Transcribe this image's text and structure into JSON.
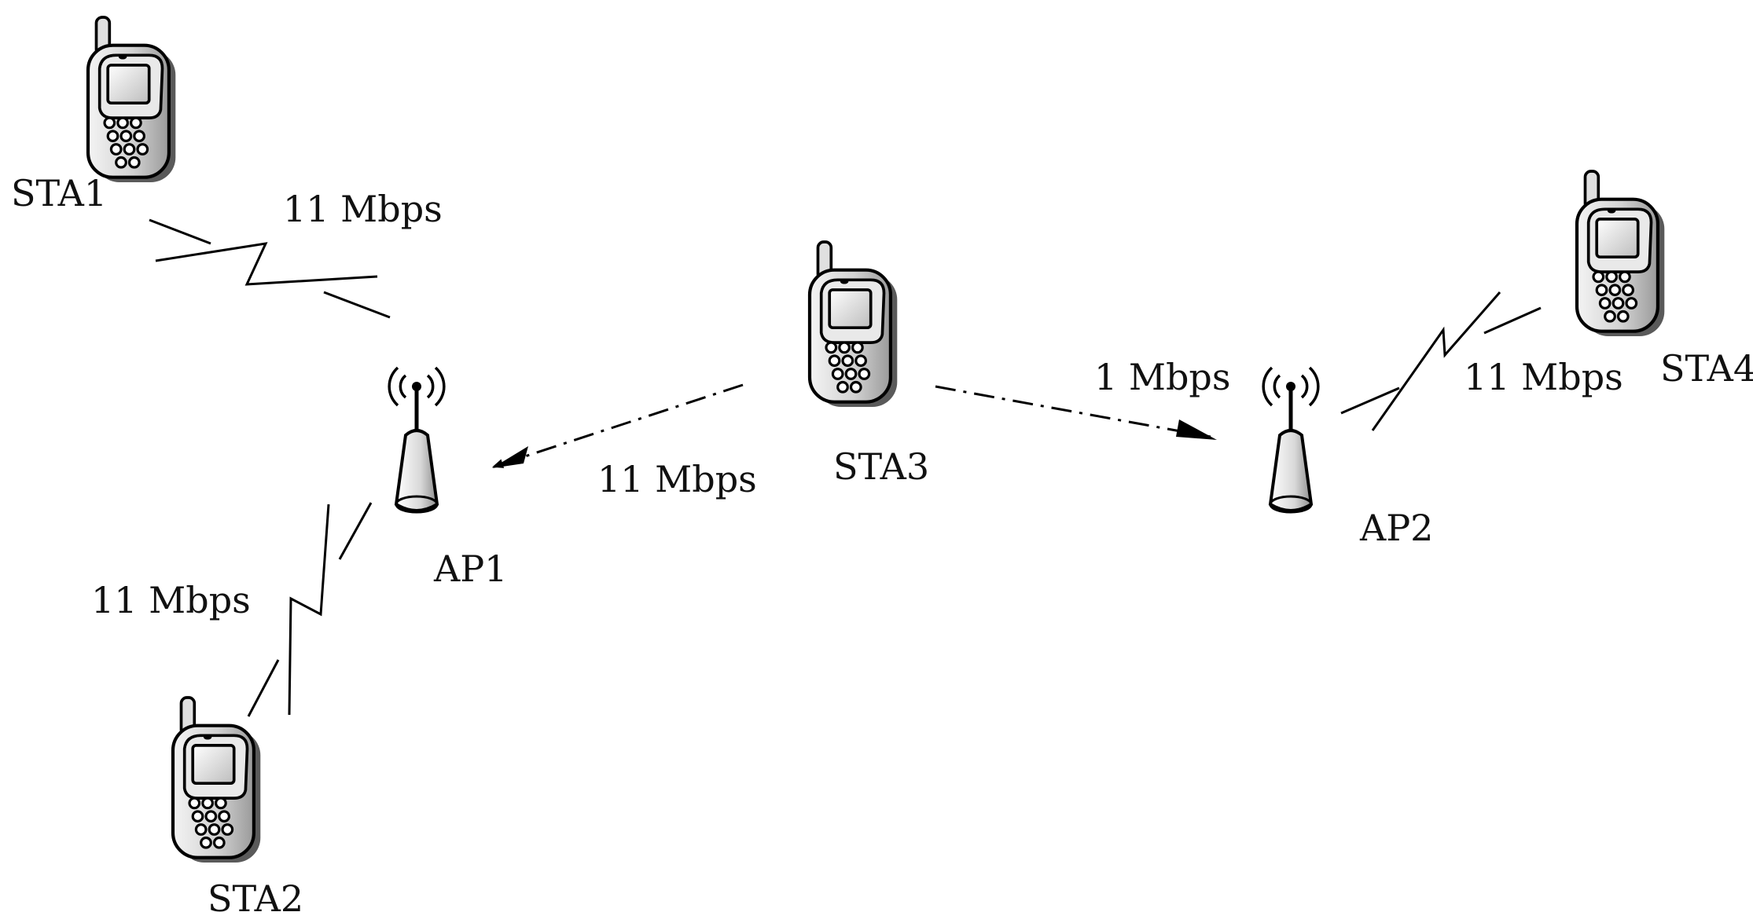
{
  "nodes": {
    "sta1": {
      "label": "STA1",
      "icon": "mobile-phone-icon"
    },
    "sta2": {
      "label": "STA2",
      "icon": "mobile-phone-icon"
    },
    "sta3": {
      "label": "STA3",
      "icon": "mobile-phone-icon"
    },
    "sta4": {
      "label": "STA4",
      "icon": "mobile-phone-icon"
    },
    "ap1": {
      "label": "AP1",
      "icon": "access-point-icon"
    },
    "ap2": {
      "label": "AP2",
      "icon": "access-point-icon"
    }
  },
  "links": {
    "sta1_ap1": {
      "rate": "11 Mbps",
      "style": "wireless-zigzag"
    },
    "sta2_ap1": {
      "rate": "11 Mbps",
      "style": "wireless-zigzag"
    },
    "sta3_ap1": {
      "rate": "11 Mbps",
      "style": "dash-dot-arrow"
    },
    "sta3_ap2": {
      "rate": "1 Mbps",
      "style": "dash-dot-arrow"
    },
    "sta4_ap2": {
      "rate": "11 Mbps",
      "style": "wireless-zigzag"
    }
  }
}
